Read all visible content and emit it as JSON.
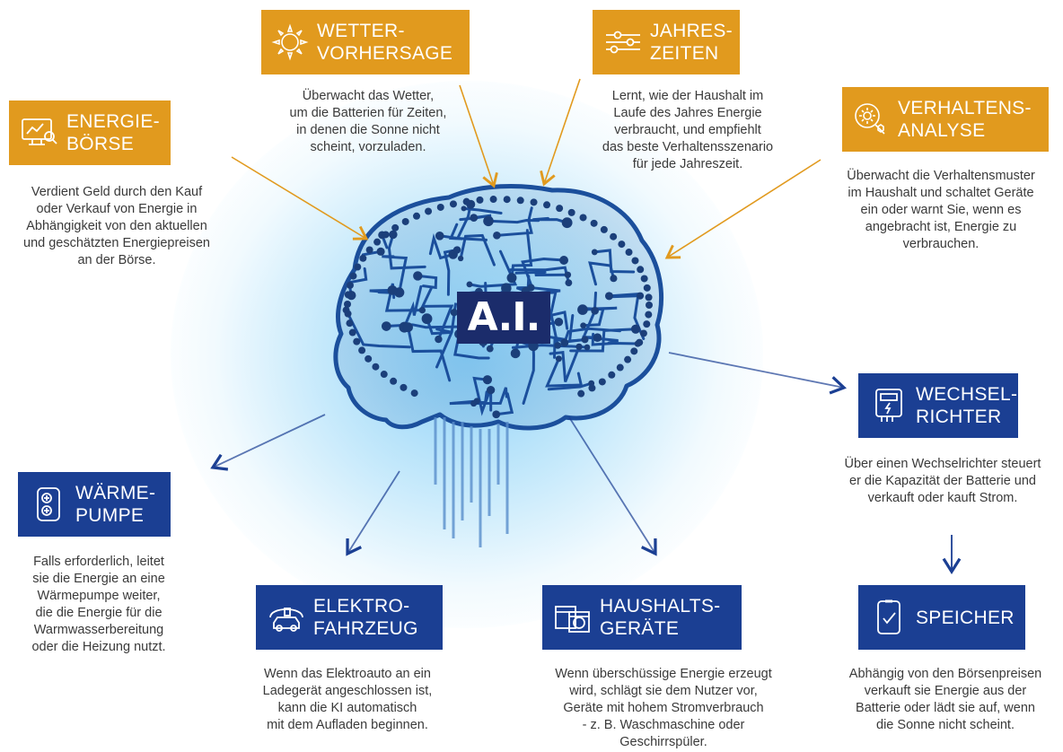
{
  "center": {
    "label": "A.I."
  },
  "colors": {
    "orange": "#e19a1e",
    "blue": "#1b3f93",
    "brain": "#1b4f9c"
  },
  "nodes": {
    "energieboerse": {
      "title": "ENERGIE-\nBÖRSE",
      "icon": "monitor-chart-icon",
      "desc": "Verdient Geld durch den Kauf\noder Verkauf von Energie in\nAbhängigkeit von den aktuellen\nund geschätzten Energiepreisen\nan der Börse."
    },
    "wettervorhersage": {
      "title": "WETTER-\nVORHERSAGE",
      "icon": "sun-icon",
      "desc": "Überwacht das Wetter,\num die Batterien für Zeiten,\nin denen die Sonne nicht\nscheint, vorzuladen."
    },
    "jahreszeiten": {
      "title": "JAHRES-\nZEITEN",
      "icon": "sliders-icon",
      "desc": "Lernt, wie der Haushalt im\nLaufe des Jahres Energie\nverbraucht, und empfiehlt\ndas beste Verhaltensszenario\nfür jede Jahreszeit."
    },
    "verhaltensanalyse": {
      "title": "VERHALTENS-\nANALYSE",
      "icon": "gear-magnifier-icon",
      "desc": "Überwacht die Verhaltensmuster\nim Haushalt und schaltet Geräte\nein oder warnt Sie, wenn es\nangebracht ist, Energie zu\nverbrauchen."
    },
    "wechselrichter": {
      "title": "WECHSEL-\nRICHTER",
      "icon": "inverter-icon",
      "desc": "Über einen Wechselrichter steuert\ner die Kapazität der Batterie und\nverkauft oder kauft Strom."
    },
    "waermepumpe": {
      "title": "WÄRME-\nPUMPE",
      "icon": "heat-pump-icon",
      "desc": "Falls erforderlich, leitet\nsie die Energie an eine\nWärmepumpe weiter,\ndie die Energie für die\nWarmwasserbereitung\noder die Heizung nutzt."
    },
    "elektrofahrzeug": {
      "title": "ELEKTRO-\nFAHRZEUG",
      "icon": "electric-car-icon",
      "desc": "Wenn das Elektroauto an ein\nLadegerät angeschlossen ist,\nkann die KI automatisch\nmit dem Aufladen beginnen."
    },
    "haushaltsgeraete": {
      "title": "HAUSHALTS-\nGERÄTE",
      "icon": "appliances-icon",
      "desc": "Wenn überschüssige Energie erzeugt\nwird, schlägt sie dem Nutzer vor,\nGeräte mit hohem Stromverbrauch\n- z. B. Waschmaschine oder\nGeschirrspüler."
    },
    "speicher": {
      "title": "SPEICHER",
      "icon": "battery-check-icon",
      "desc": "Abhängig von den Börsenpreisen\nverkauft sie Energie aus der\nBatterie oder lädt sie auf, wenn\ndie Sonne nicht scheint."
    }
  }
}
